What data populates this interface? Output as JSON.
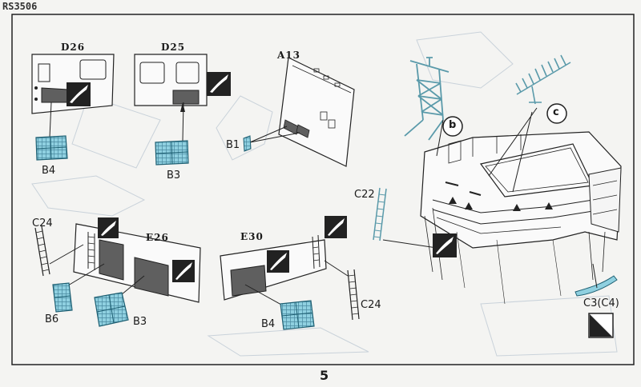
{
  "header": {
    "code": "RS3506"
  },
  "page_number": "5",
  "colors": {
    "border": "#222222",
    "part_blue": "#8fd0e0",
    "metal_gray": "#5f5f5f",
    "ghost": "#c9d2da"
  },
  "assemblies": {
    "d26": {
      "title": "D26",
      "part": "B4"
    },
    "d25": {
      "title": "D25",
      "part": "B3"
    },
    "a13": {
      "title": "A13",
      "part": "B1"
    },
    "e26": {
      "title": "E26",
      "ladder": "C24",
      "parts": [
        "B6",
        "B3"
      ]
    },
    "e30": {
      "title": "E30",
      "ladder": "C24",
      "part": "B4"
    },
    "main": {
      "ladder": "C22",
      "callout_b": "b",
      "callout_c": "c",
      "rail": "C3(C4)"
    }
  }
}
